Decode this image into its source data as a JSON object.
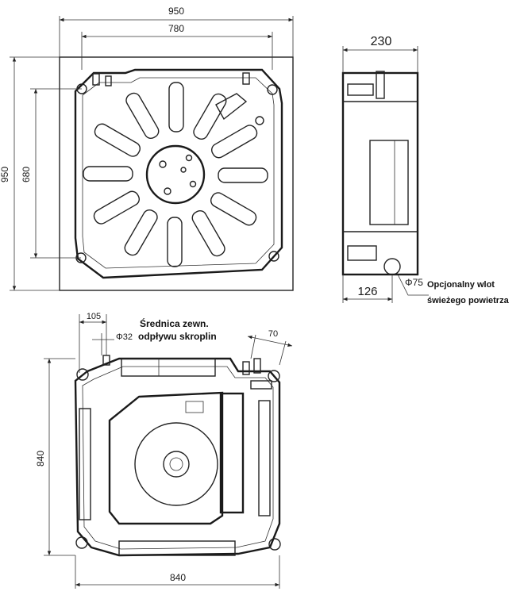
{
  "top_view": {
    "width_outer": "950",
    "width_inner": "780",
    "height_outer": "950",
    "height_inner": "680"
  },
  "side_view": {
    "depth": "230",
    "inlet_offset": "126",
    "inlet_diameter": "Φ75",
    "inlet_note_line1": "Opcjonalny wlot",
    "inlet_note_line2": "świeżego powietrza"
  },
  "bottom_view": {
    "drain_offset": "105",
    "drain_diameter": "Φ32",
    "drain_note_line1": "Średnica zewn.",
    "drain_note_line2": "odpływu skroplin",
    "pipe_offset": "70",
    "height": "840",
    "width": "840"
  }
}
